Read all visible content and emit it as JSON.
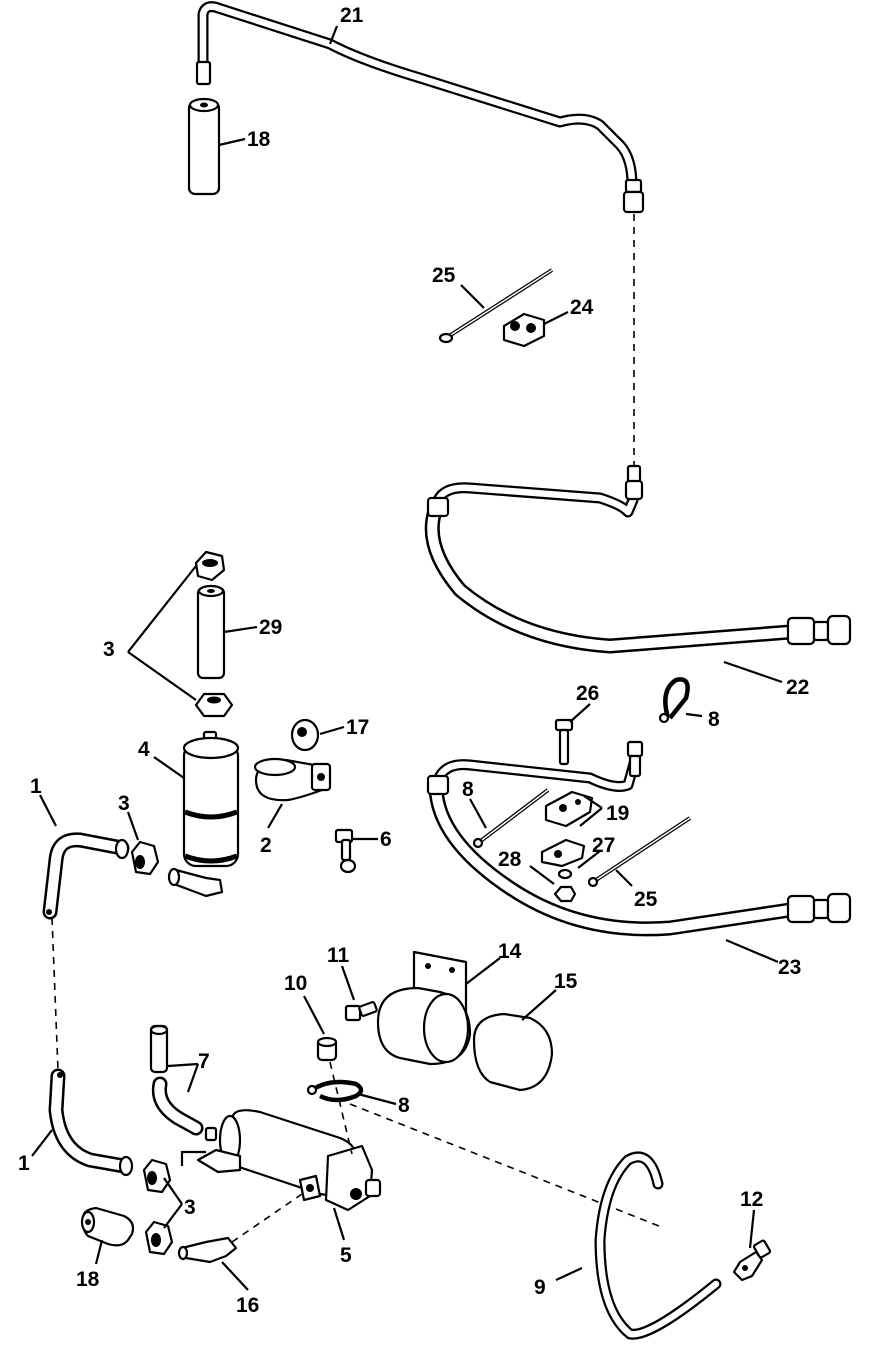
{
  "callouts": {
    "c21": "21",
    "c18a": "18",
    "c25a": "25",
    "c24": "24",
    "c3a": "3",
    "c29": "29",
    "c4": "4",
    "c17": "17",
    "c1a": "1",
    "c3b": "3",
    "c2": "2",
    "c6": "6",
    "c22": "22",
    "c26": "26",
    "c8a": "8",
    "c8b": "8",
    "c19": "19",
    "c27": "27",
    "c28": "28",
    "c25b": "25",
    "c23": "23",
    "c11": "11",
    "c14": "14",
    "c10": "10",
    "c15": "15",
    "c7": "7",
    "c8c": "8",
    "c1b": "1",
    "c3c": "3",
    "c5": "5",
    "c12": "12",
    "c18b": "18",
    "c16": "16",
    "c9": "9"
  }
}
